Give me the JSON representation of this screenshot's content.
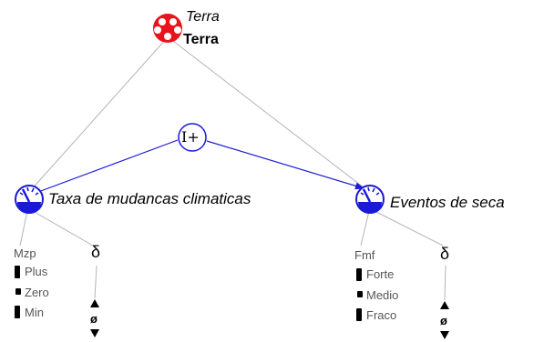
{
  "entity": {
    "title": "Terra",
    "subtitle": "Terra",
    "icon": "entity-flower-icon",
    "icon_color": "#e8141d"
  },
  "influence": {
    "label": "I+",
    "color": "#1a1ad6"
  },
  "quantities": [
    {
      "name": "Taxa de mudancas climaticas",
      "icon": "quantity-gauge-icon",
      "quantity_space": {
        "name": "Mzp",
        "values": [
          "Plus",
          "Zero",
          "Min"
        ]
      },
      "derivative": {
        "symbol": "δ",
        "zero": "ø"
      }
    },
    {
      "name": "Eventos de seca",
      "icon": "quantity-gauge-icon",
      "quantity_space": {
        "name": "Fmf",
        "values": [
          "Forte",
          "Medio",
          "Fraco"
        ]
      },
      "derivative": {
        "symbol": "δ",
        "zero": "ø"
      }
    }
  ],
  "colors": {
    "connector": "#b4b4b4",
    "quantity_icon": "#1a1ad6"
  }
}
